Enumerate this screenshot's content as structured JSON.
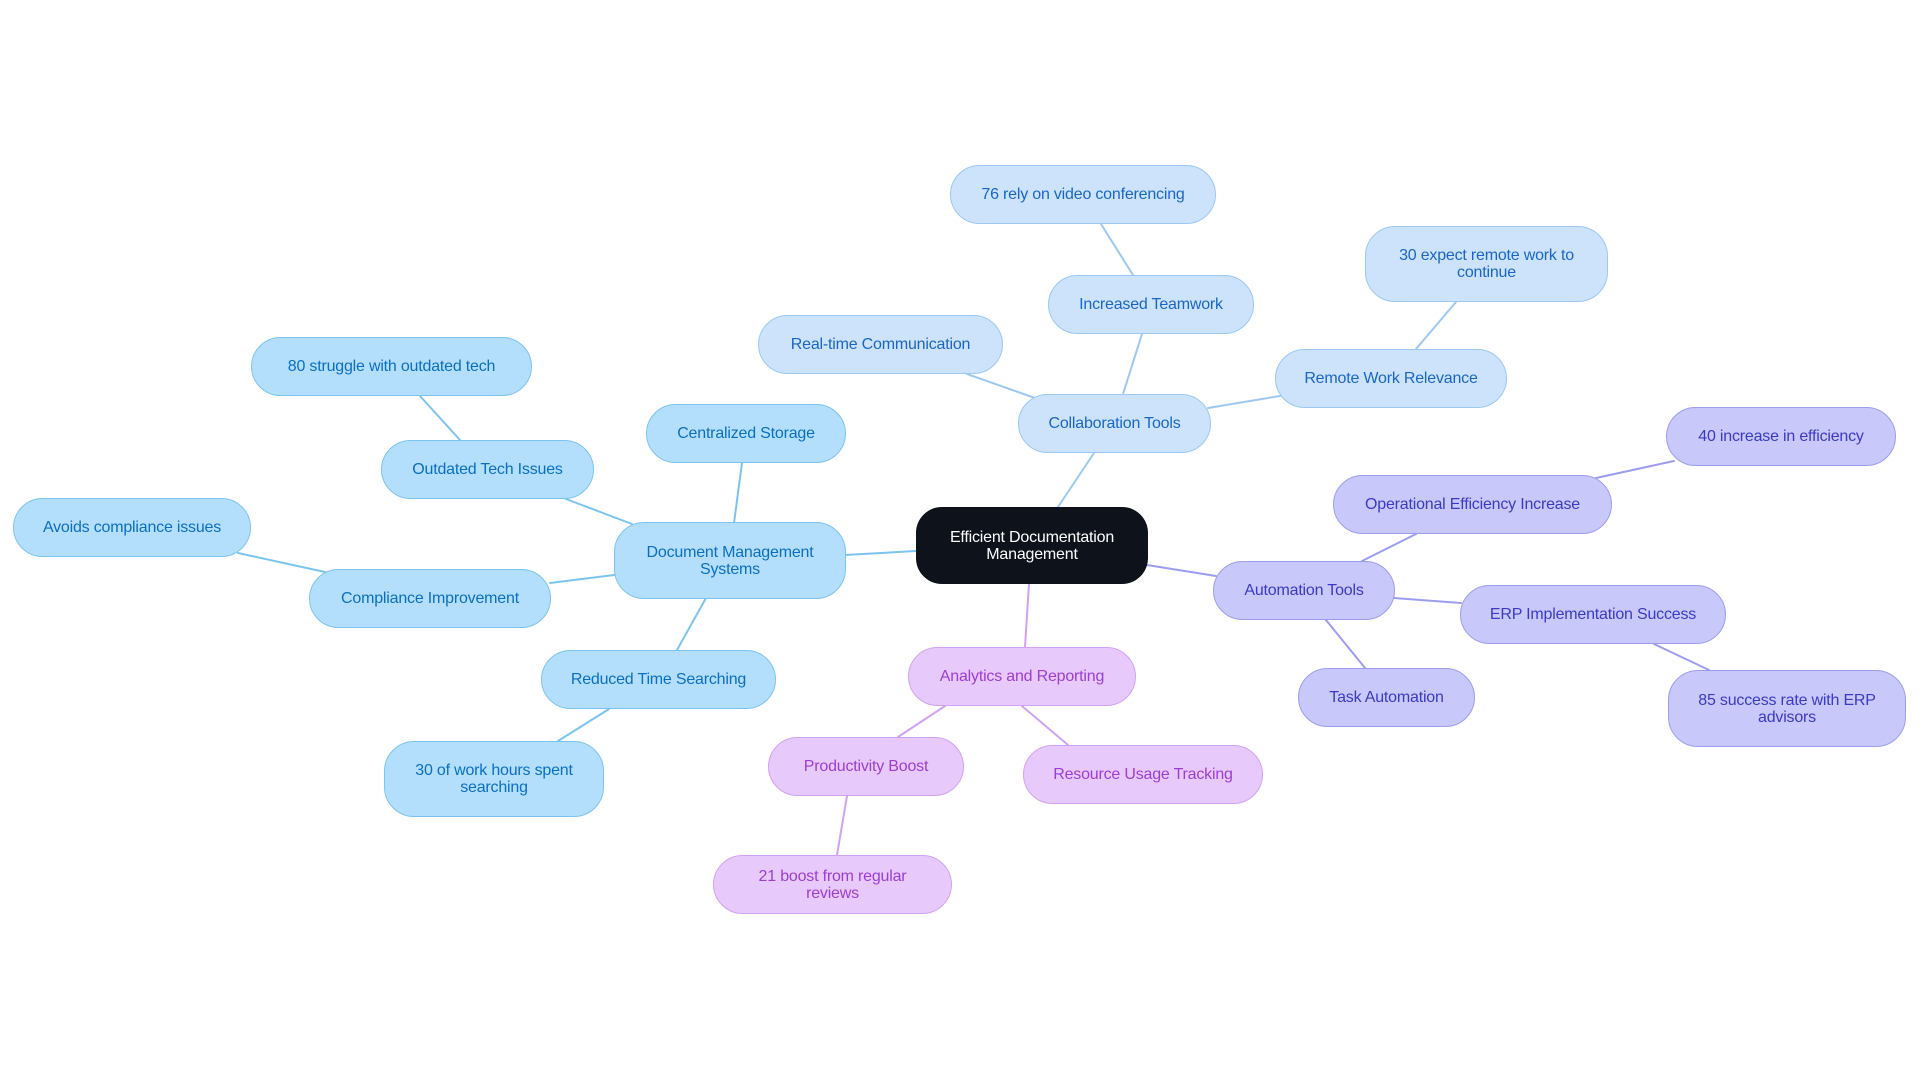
{
  "diagram": {
    "type": "mindmap",
    "colors": {
      "root_fill": "#0d121b",
      "root_text": "#ffffff",
      "blue_fill": "#b3dffd",
      "blue_text": "#0a6fc2",
      "blue_edge": "#7cc4f0",
      "lightblue_fill": "#cce3fb",
      "lightblue_text": "#1a66c8",
      "lightblue_edge": "#9cc8f2",
      "lavender_fill": "#c8c8fb",
      "lavender_text": "#3a3ac6",
      "lavender_edge": "#9d9df0",
      "purple_fill": "#e8c9fc",
      "purple_text": "#9c3ed4",
      "purple_edge": "#d1a2f2"
    },
    "root": {
      "label": "Efficient Documentation Management"
    },
    "branches": {
      "document_management": {
        "label": "Document Management Systems",
        "children": {
          "centralized_storage": {
            "label": "Centralized Storage"
          },
          "outdated_tech": {
            "label": "Outdated Tech Issues",
            "detail": "80 struggle with outdated tech"
          },
          "compliance": {
            "label": "Compliance Improvement",
            "detail": "Avoids compliance issues"
          },
          "reduced_time": {
            "label": "Reduced Time Searching",
            "detail": "30 of work hours spent searching"
          }
        }
      },
      "collaboration": {
        "label": "Collaboration Tools",
        "children": {
          "realtime": {
            "label": "Real-time Communication"
          },
          "teamwork": {
            "label": "Increased Teamwork",
            "detail": "76 rely on video conferencing"
          },
          "remote": {
            "label": "Remote Work Relevance",
            "detail": "30 expect remote work to continue"
          }
        }
      },
      "automation": {
        "label": "Automation Tools",
        "children": {
          "efficiency": {
            "label": "Operational Efficiency Increase",
            "detail": "40 increase in efficiency"
          },
          "erp": {
            "label": "ERP Implementation Success",
            "detail": "85 success rate with ERP advisors"
          },
          "task": {
            "label": "Task Automation"
          }
        }
      },
      "analytics": {
        "label": "Analytics and Reporting",
        "children": {
          "productivity": {
            "label": "Productivity Boost",
            "detail": "21 boost from regular reviews"
          },
          "resource": {
            "label": "Resource Usage Tracking"
          }
        }
      }
    }
  }
}
